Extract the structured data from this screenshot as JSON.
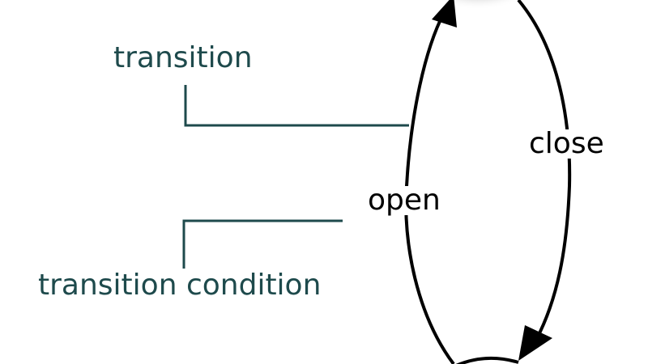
{
  "annotations": {
    "transition": "transition",
    "transition_condition": "transition condition"
  },
  "edges": {
    "open": "open",
    "close": "close"
  },
  "colors": {
    "annotation": "#1e4a4c",
    "edge": "#000000",
    "background": "#ffffff",
    "state_glow": "#d9d9d9"
  }
}
